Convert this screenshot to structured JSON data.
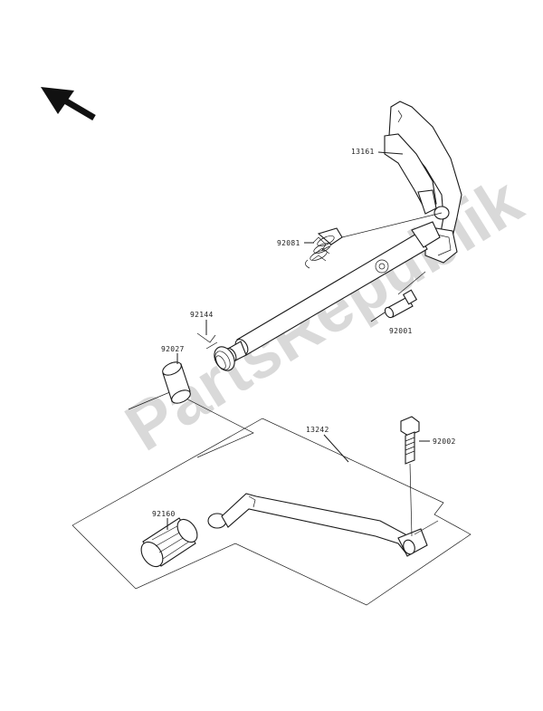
{
  "watermark": "PartsRepublik",
  "labels": {
    "p13161": "13161",
    "p92081": "92081",
    "p92144": "92144",
    "p92027": "92027",
    "p92001": "92001",
    "p13242": "13242",
    "p92002": "92002",
    "p92160": "92160"
  }
}
